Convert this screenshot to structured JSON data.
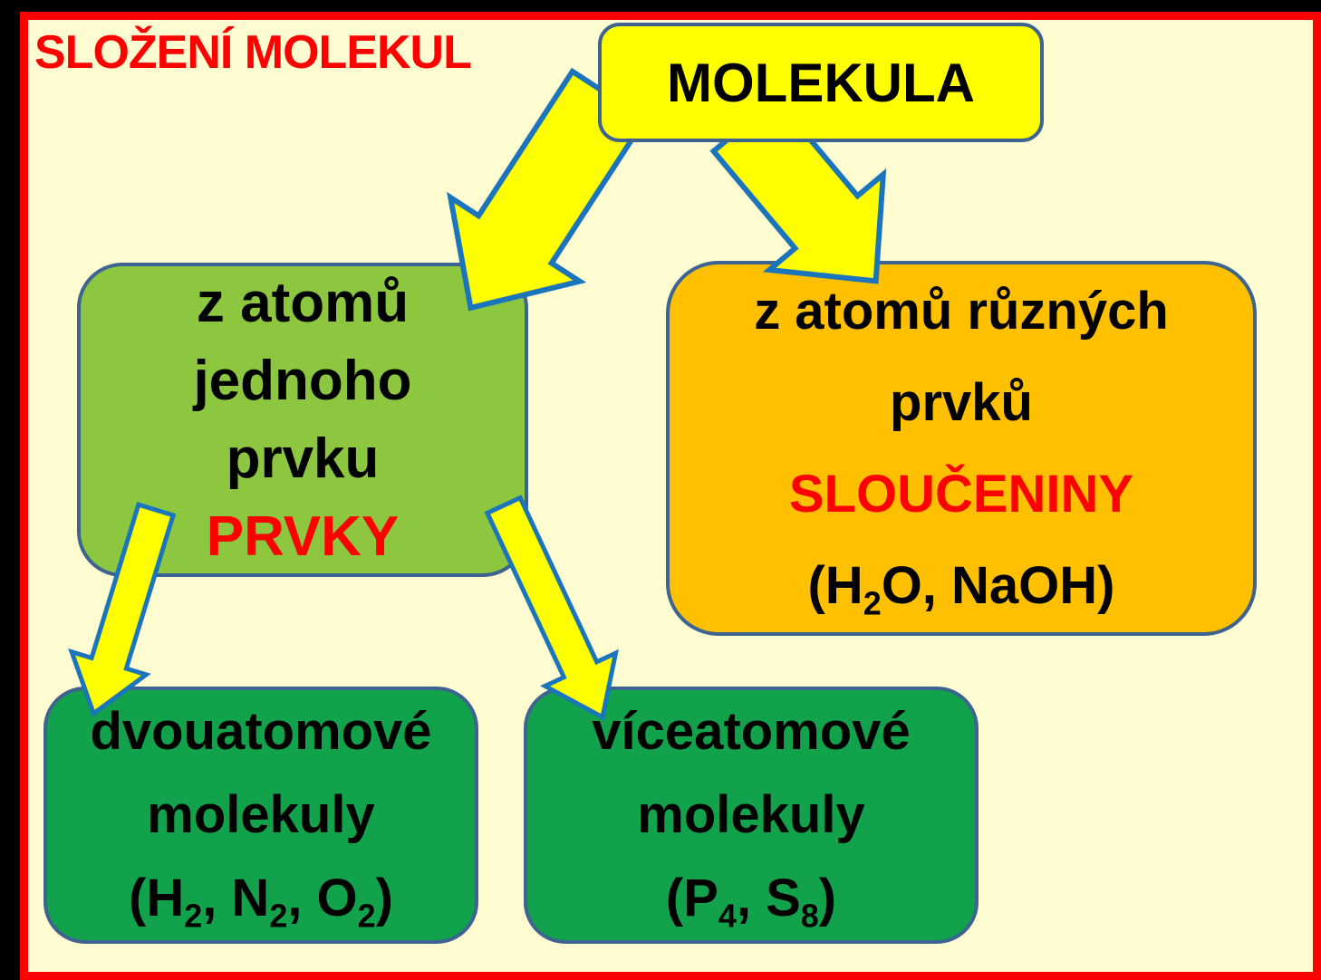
{
  "title": "SLOŽENÍ MOLEKUL",
  "colors": {
    "canvas": "#000000",
    "frame_border": "#FF0000",
    "background": "#FFFCD2",
    "node_border": "#3D6390",
    "molekula_fill": "#FFFF00",
    "one_element_fill": "#8DC63F",
    "different_elements_fill": "#FFC000",
    "molecule_boxes_fill": "#12A24B",
    "arrow_fill": "#FFFF00",
    "arrow_outline": "#1B75BC",
    "title_color": "#FF0000",
    "highlight_color": "#FF0000",
    "text_color": "#000000"
  },
  "diagram": {
    "molekula": {
      "label": "MOLEKULA"
    },
    "one_element": {
      "lines": [
        "z atomů",
        "jednoho",
        "prvku"
      ],
      "highlight": "PRVKY"
    },
    "different_elements": {
      "lines": [
        "z atomů různých",
        "prvků"
      ],
      "highlight": "SLOUČENINY",
      "formula": [
        {
          "t": "(H"
        },
        {
          "t": "2",
          "sub": true
        },
        {
          "t": "O, NaOH)"
        }
      ]
    },
    "diatomic": {
      "lines": [
        "dvouatomové",
        "molekuly"
      ],
      "formula": [
        {
          "t": "(H"
        },
        {
          "t": "2",
          "sub": true
        },
        {
          "t": ", N"
        },
        {
          "t": "2",
          "sub": true
        },
        {
          "t": ", O"
        },
        {
          "t": "2",
          "sub": true
        },
        {
          "t": ")"
        }
      ]
    },
    "polyatomic": {
      "lines": [
        "víceatomové",
        "molekuly"
      ],
      "formula": [
        {
          "t": "(P"
        },
        {
          "t": "4",
          "sub": true
        },
        {
          "t": ", S"
        },
        {
          "t": "8",
          "sub": true
        },
        {
          "t": ")"
        }
      ]
    },
    "edges": [
      {
        "from": "MOLEKULA",
        "to": "PRVKY"
      },
      {
        "from": "MOLEKULA",
        "to": "SLOUČENINY"
      },
      {
        "from": "PRVKY",
        "to": "dvouatomové molekuly"
      },
      {
        "from": "PRVKY",
        "to": "víceatomové molekuly"
      }
    ]
  }
}
